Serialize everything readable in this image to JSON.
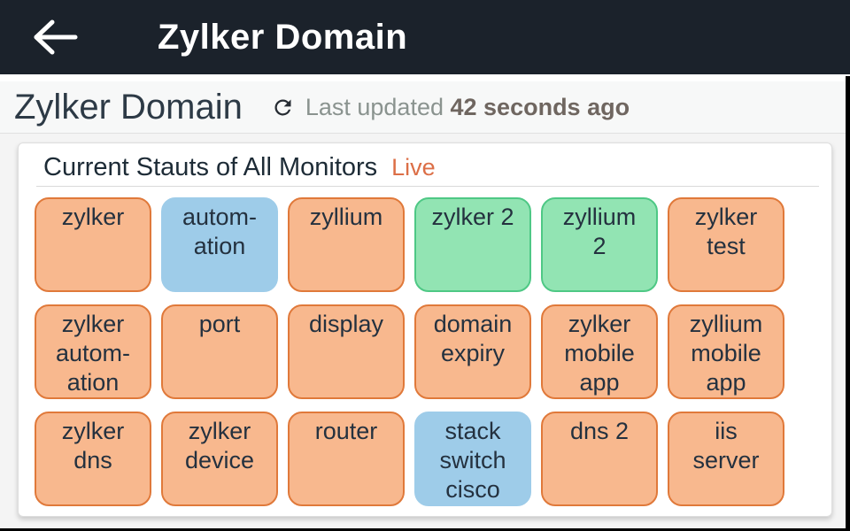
{
  "app_bar": {
    "back_icon": "arrow-left-icon",
    "title": "Zylker Domain"
  },
  "page_header": {
    "title": "Zylker Domain",
    "refresh_icon": "refresh-icon",
    "last_updated_label": "Last updated",
    "last_updated_value": "42 seconds ago"
  },
  "panel": {
    "title": "Current Stauts of All Monitors",
    "live_badge": "Live",
    "monitors": [
      {
        "label": "zylker",
        "status": "trouble"
      },
      {
        "label": "autom-\nation",
        "status": "critical"
      },
      {
        "label": "zyllium",
        "status": "trouble"
      },
      {
        "label": "zylker 2",
        "status": "up"
      },
      {
        "label": "zyllium\n2",
        "status": "up"
      },
      {
        "label": "zylker\ntest",
        "status": "trouble"
      },
      {
        "label": "zylker\nautom-\nation",
        "status": "trouble"
      },
      {
        "label": "port",
        "status": "trouble"
      },
      {
        "label": "display",
        "status": "trouble"
      },
      {
        "label": "domain\nexpiry",
        "status": "trouble"
      },
      {
        "label": "zylker\nmobile\napp",
        "status": "trouble"
      },
      {
        "label": "zyllium\nmobile\napp",
        "status": "trouble"
      },
      {
        "label": "zylker\ndns",
        "status": "trouble"
      },
      {
        "label": "zylker\ndevice",
        "status": "trouble"
      },
      {
        "label": "router",
        "status": "trouble"
      },
      {
        "label": "stack\nswitch\ncisco",
        "status": "critical"
      },
      {
        "label": "dns 2",
        "status": "trouble"
      },
      {
        "label": "iis\nserver",
        "status": "trouble"
      }
    ]
  },
  "status_colors": {
    "trouble": {
      "fill": "#f8b88e",
      "border": "#e0793a"
    },
    "critical": {
      "fill": "#9ecce9",
      "border": "#9ecce9"
    },
    "up": {
      "fill": "#92e4b3",
      "border": "#4ec885"
    }
  },
  "theme": {
    "app_bar_bg": "#1b222b",
    "live_color": "#dc6f47"
  }
}
